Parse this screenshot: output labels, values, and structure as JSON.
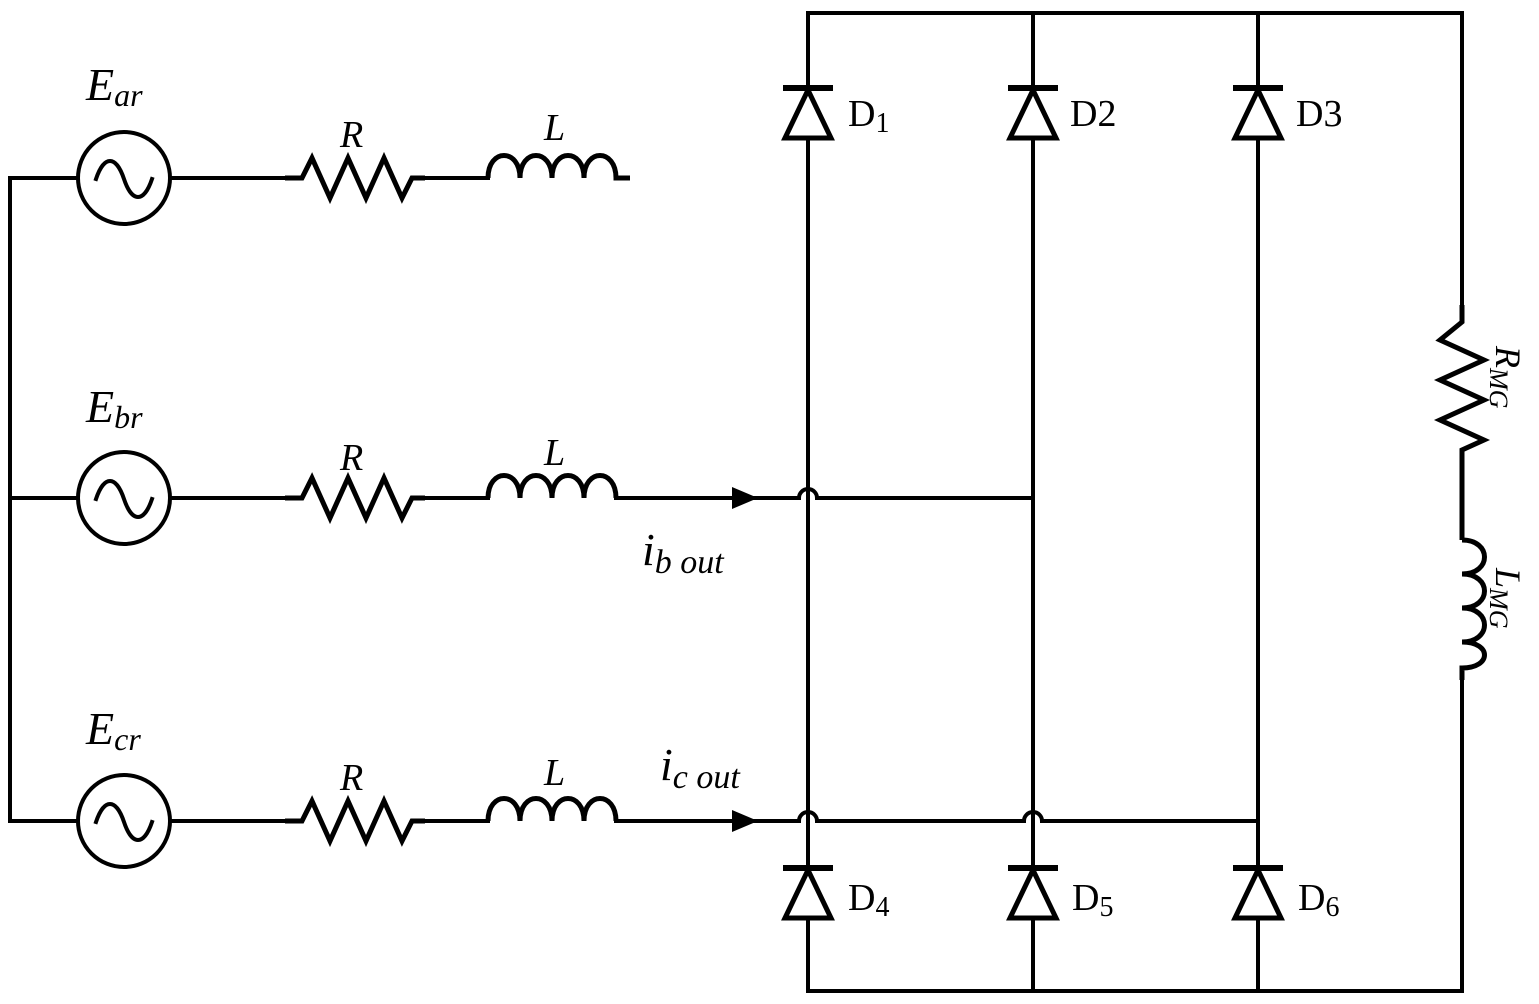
{
  "sources": [
    {
      "main": "E",
      "sub": "ar"
    },
    {
      "main": "E",
      "sub": "br"
    },
    {
      "main": "E",
      "sub": "cr"
    }
  ],
  "line": {
    "resistor": "R",
    "inductor": "L"
  },
  "currents": [
    {
      "main": "i",
      "sub": "b out"
    },
    {
      "main": "i",
      "sub": "c out"
    }
  ],
  "diodes": {
    "d1": {
      "main": "D",
      "sub": "1"
    },
    "d2": {
      "main": "D2",
      "sub": ""
    },
    "d3": {
      "main": "D3",
      "sub": ""
    },
    "d4": {
      "main": "D",
      "sub": "4"
    },
    "d5": {
      "main": "D",
      "sub": "5"
    },
    "d6": {
      "main": "D",
      "sub": "6"
    }
  },
  "load": {
    "resistor": {
      "main": "R",
      "sub": "MG"
    },
    "inductor": {
      "main": "L",
      "sub": "MG"
    }
  },
  "colors": {
    "stroke": "#000000",
    "background": "#ffffff"
  }
}
